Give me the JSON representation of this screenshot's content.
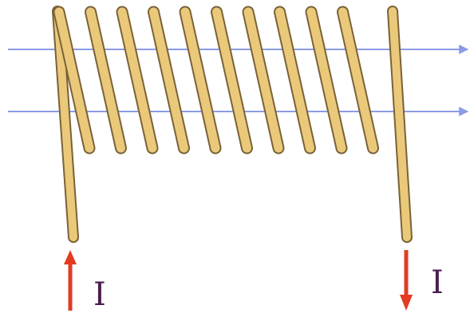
{
  "diagram": {
    "current_symbol": "I",
    "colors": {
      "coil": "#EAC97A",
      "coil_outline": "#7A6238",
      "field_lines": "#8C9BE6",
      "current_arrow": "#E23B22",
      "label_text": "#4A1D4D",
      "background": "#FFFFFF"
    },
    "field_line_count": 2,
    "coil_turn_count": 10,
    "current_in_direction": "up",
    "current_out_direction": "down"
  }
}
